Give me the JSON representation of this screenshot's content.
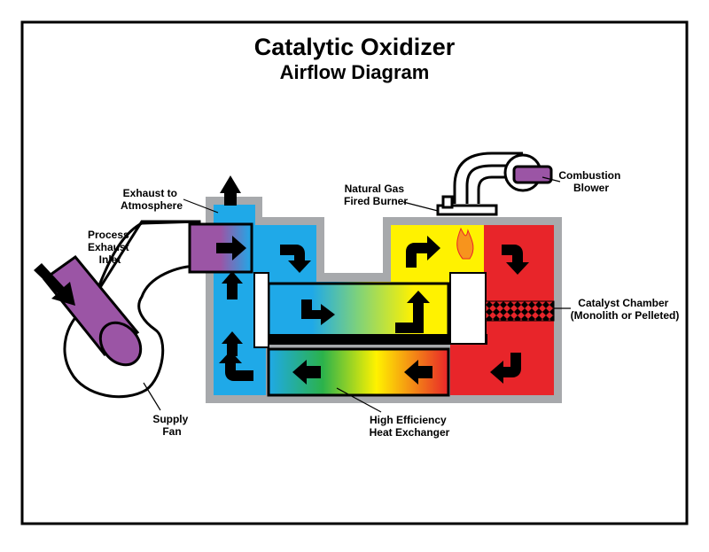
{
  "title": "Catalytic Oxidizer",
  "subtitle": "Airflow Diagram",
  "labels": {
    "exhaust_to_atmosphere": [
      "Exhaust to",
      "Atmosphere"
    ],
    "process_exhaust_inlet": [
      "Process",
      "Exhaust",
      "Inlet"
    ],
    "natural_gas_fired_burner": [
      "Natural Gas",
      "Fired Burner"
    ],
    "combustion_blower": [
      "Combustion",
      "Blower"
    ],
    "catalyst_chamber": [
      "Catalyst Chamber",
      "(Monolith or Pelleted)"
    ],
    "supply_fan": [
      "Supply",
      "Fan"
    ],
    "high_efficiency_heat_exchanger": [
      "High Efficiency",
      "Heat Exchanger"
    ]
  },
  "colors": {
    "cold": "#1fa9e8",
    "warm": "#fff200",
    "hot": "#e8252a",
    "duct": "#9b55a5",
    "housing": "#a7a9ac",
    "green": "#2bb24c",
    "frame": "#000000"
  },
  "icons": [
    "arrow-icon",
    "flame-icon"
  ]
}
